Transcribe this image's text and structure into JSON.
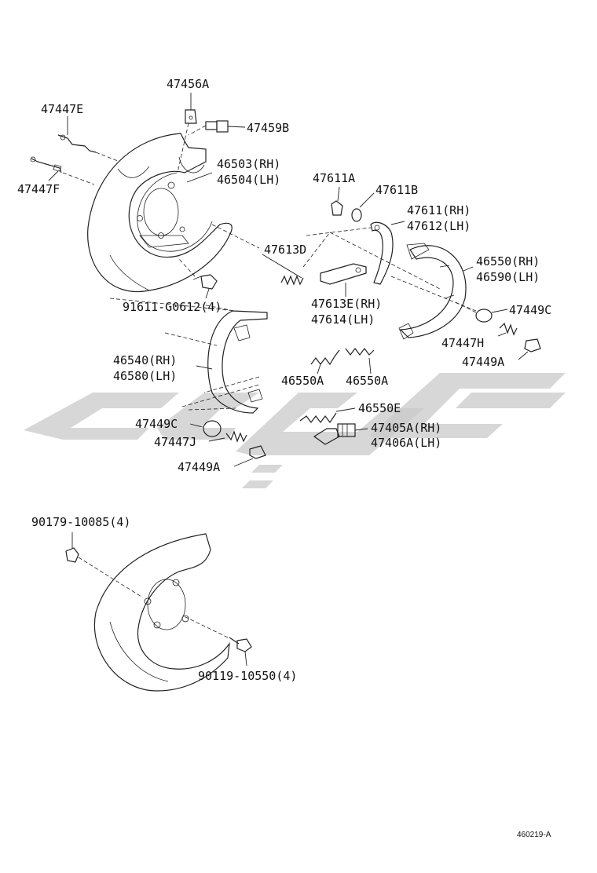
{
  "labels": {
    "p47456A": "47456A",
    "p47447E": "47447E",
    "p47459B": "47459B",
    "p46503": "46503(RH)",
    "p46504": "46504(LH)",
    "p47447F": "47447F",
    "p47611A": "47611A",
    "p47611B": "47611B",
    "p47611": "47611(RH)",
    "p47612": "47612(LH)",
    "p47613D": "47613D",
    "p46550": "46550(RH)",
    "p46590": "46590(LH)",
    "p91611": "91611-G0612(4)",
    "p47613E": "47613E(RH)",
    "p47614": "47614(LH)",
    "p47449C_r": "47449C",
    "p47447H": "47447H",
    "p47449A_r": "47449A",
    "p46540": "46540(RH)",
    "p46580": "46580(LH)",
    "p46550A_1": "46550A",
    "p46550A_2": "46550A",
    "p46550E": "46550E",
    "p47449C_l": "47449C",
    "p47405A": "47405A(RH)",
    "p47447J": "47447J",
    "p47406A": "47406A(LH)",
    "p47449A_l": "47449A",
    "p90179": "90179-10085(4)",
    "p90119": "90119-10550(4)"
  },
  "reference_code": "460219-A",
  "watermark_color": "#c9c9c9"
}
